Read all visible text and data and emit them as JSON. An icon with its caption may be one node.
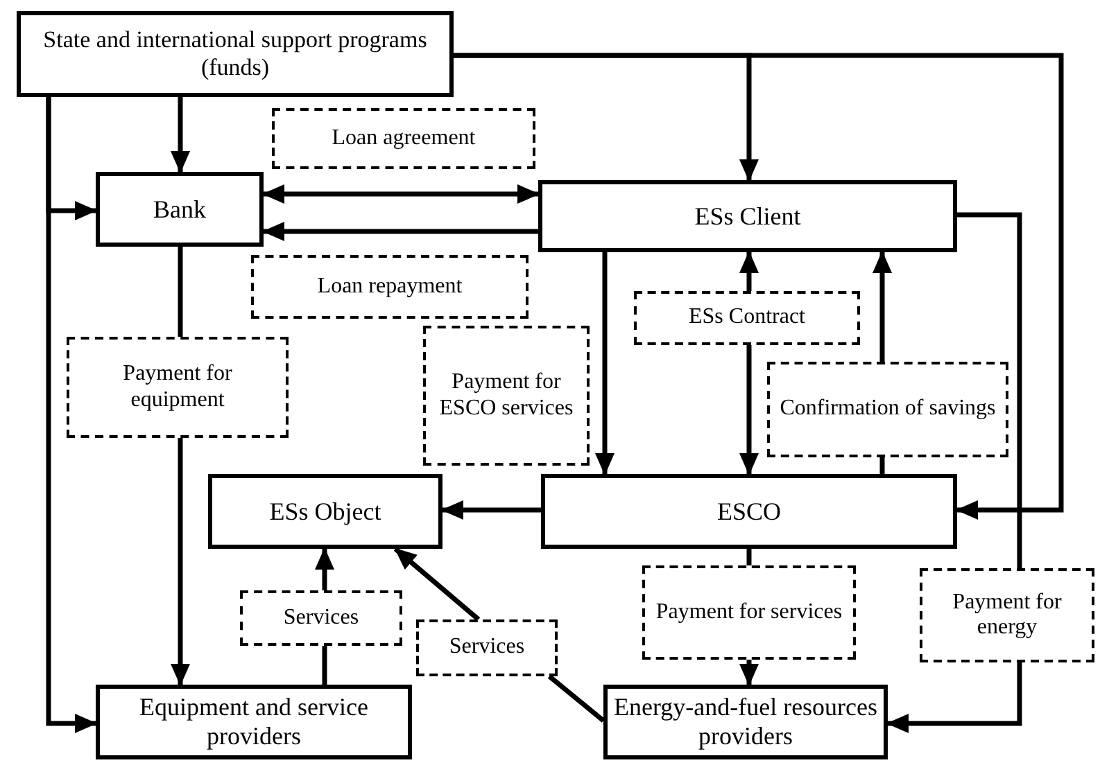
{
  "diagram": {
    "nodes": [
      {
        "text": [
          "State and international support programs (funds)"
        ]
      },
      {
        "text": [
          "Bank"
        ]
      },
      {
        "text": [
          "Loan agreement"
        ]
      },
      {
        "text": [
          "ESs Client"
        ]
      },
      {
        "text": [
          "Loan repayment"
        ]
      },
      {
        "text": [
          "Payment for equipment"
        ]
      },
      {
        "text": [
          "Payment for ESCO services"
        ]
      },
      {
        "text": [
          "ESs Contract"
        ]
      },
      {
        "text": [
          "Confirmation of savings"
        ]
      },
      {
        "text": [
          "ESs Object"
        ]
      },
      {
        "text": [
          "ESCO"
        ]
      },
      {
        "text": [
          "Services"
        ]
      },
      {
        "text": [
          "Services"
        ]
      },
      {
        "text": [
          "Payment for services"
        ]
      },
      {
        "text": [
          "Payment for energy"
        ]
      },
      {
        "text": [
          "Equipment and service providers"
        ]
      },
      {
        "text": [
          "Energy-and-fuel resources providers"
        ]
      }
    ],
    "edges": [
      {
        "from": 0,
        "to": 1,
        "arrow": "to"
      },
      {
        "from": 0,
        "to": 1,
        "arrow": "to"
      },
      {
        "from": 0,
        "to": 15,
        "arrow": "to"
      },
      {
        "from": 0,
        "to": 3,
        "arrow": "to"
      },
      {
        "from": 0,
        "to": 10,
        "arrow": "to"
      },
      {
        "from": 1,
        "to": 3,
        "arrow": "both"
      },
      {
        "from": 3,
        "to": 1,
        "arrow": "to"
      },
      {
        "from": 3,
        "to": 10,
        "arrow": "to"
      },
      {
        "from": 7,
        "to": 3,
        "arrow": "to"
      },
      {
        "from": 7,
        "to": 10,
        "arrow": "to"
      },
      {
        "from": 10,
        "to": 8,
        "arrow": "none"
      },
      {
        "from": 8,
        "to": 3,
        "arrow": "to"
      },
      {
        "from": 1,
        "to": 5,
        "arrow": "none"
      },
      {
        "from": 5,
        "to": 15,
        "arrow": "to"
      },
      {
        "from": 10,
        "to": 9,
        "arrow": "to"
      },
      {
        "from": 15,
        "to": 11,
        "arrow": "none"
      },
      {
        "from": 11,
        "to": 9,
        "arrow": "to"
      },
      {
        "from": 16,
        "to": 12,
        "arrow": "none"
      },
      {
        "from": 12,
        "to": 9,
        "arrow": "to"
      },
      {
        "from": 10,
        "to": 13,
        "arrow": "none"
      },
      {
        "from": 13,
        "to": 16,
        "arrow": "to"
      },
      {
        "from": 3,
        "to": 14,
        "arrow": "none"
      },
      {
        "from": 14,
        "to": 16,
        "arrow": "to"
      }
    ]
  }
}
